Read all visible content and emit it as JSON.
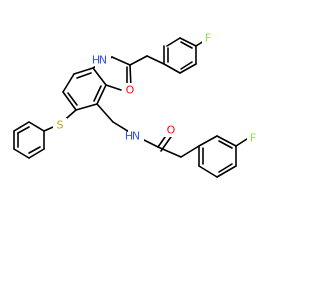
{
  "atoms": {
    "F_top": {
      "symbol": "F",
      "color": "#90e050"
    },
    "O_upper": {
      "symbol": "O",
      "color": "#ff0d0d"
    },
    "N_upper": {
      "symbol": "N",
      "h": "H",
      "color": "#3050f8"
    },
    "S": {
      "symbol": "S",
      "color": "#c8a000"
    },
    "N_lower": {
      "symbol": "N",
      "h": "H",
      "color": "#3050f8"
    },
    "O_lower": {
      "symbol": "O",
      "color": "#ff0d0d"
    },
    "F_right": {
      "symbol": "F",
      "color": "#90e050"
    }
  }
}
